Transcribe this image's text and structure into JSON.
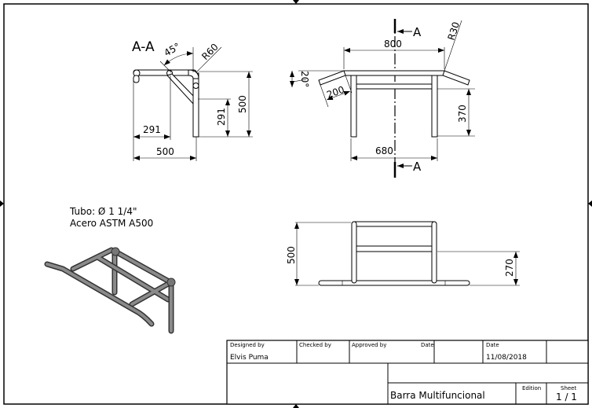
{
  "section_view": {
    "label": "A-A",
    "angle": "45°",
    "radius": "R60",
    "dim_width": "500",
    "dim_brace_horizontal": "291",
    "dim_height": "500",
    "dim_brace_vertical": "291"
  },
  "front_view": {
    "section_mark_top": "A",
    "section_mark_bottom": "A",
    "dim_top_width": "800",
    "radius": "R30",
    "angle": "20°",
    "dim_handle_length": "200",
    "dim_leg_height": "370",
    "dim_leg_spacing": "680"
  },
  "top_view": {
    "dim_height": "500",
    "dim_mid_bar": "270"
  },
  "notes": {
    "line1": "Tubo: Ø 1 1/4\"",
    "line2": "Acero ASTM A500"
  },
  "title_block": {
    "designed_by_label": "Designed by",
    "designed_by": "Elvis Puma",
    "checked_by_label": "Checked by",
    "approved_by_label": "Approved by",
    "date_label_1": "Date",
    "date_label_2": "Date",
    "date": "11/08/2018",
    "title": "Barra Multifuncional",
    "edition_label": "Edition",
    "sheet_label": "Sheet",
    "sheet": "1 / 1"
  }
}
